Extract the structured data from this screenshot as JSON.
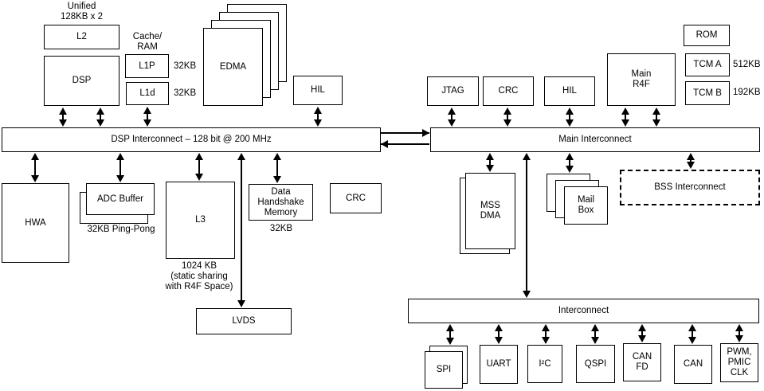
{
  "dsp_domain": {
    "l2": {
      "label": "L2",
      "caption": "Unified\n128KB x 2"
    },
    "dsp": {
      "label": "DSP"
    },
    "l1": {
      "caption": "Cache/\nRAM",
      "l1p_label": "L1P",
      "l1p_size": "32KB",
      "l1d_label": "L1d",
      "l1d_size": "32KB"
    },
    "edma": {
      "label": "EDMA"
    },
    "hil": {
      "label": "HIL"
    },
    "interconnect": {
      "label": "DSP Interconnect – 128 bit @ 200 MHz"
    },
    "hwa": {
      "label": "HWA"
    },
    "adc_buffer": {
      "label": "ADC Buffer",
      "size": "32KB Ping-Pong"
    },
    "l3": {
      "label": "L3",
      "size": "1024 KB\n(static sharing\nwith R4F Space)"
    },
    "data_handshake": {
      "label": "Data\nHandshake\nMemory",
      "size": "32KB"
    },
    "crc": {
      "label": "CRC"
    },
    "lvds": {
      "label": "LVDS"
    }
  },
  "main_domain": {
    "jtag": {
      "label": "JTAG"
    },
    "crc": {
      "label": "CRC"
    },
    "hil": {
      "label": "HIL"
    },
    "main_r4f": {
      "label": "Main\nR4F"
    },
    "rom": {
      "label": "ROM"
    },
    "tcm_a": {
      "label": "TCM A",
      "size": "512KB"
    },
    "tcm_b": {
      "label": "TCM B",
      "size": "192KB"
    },
    "interconnect": {
      "label": "Main Interconnect"
    },
    "mss_dma": {
      "label": "MSS\nDMA"
    },
    "mail_box": {
      "label": "Mail\nBox"
    },
    "bss_interconnect": {
      "label": "BSS Interconnect"
    }
  },
  "peripheral_domain": {
    "interconnect": {
      "label": "Interconnect"
    },
    "spi": {
      "label": "SPI"
    },
    "uart": {
      "label": "UART"
    },
    "i2c": {
      "label": "I²C"
    },
    "qspi": {
      "label": "QSPI"
    },
    "can_fd": {
      "label": "CAN\nFD"
    },
    "can": {
      "label": "CAN"
    },
    "pwm_pmic_clk": {
      "label": "PWM,\nPMIC\nCLK"
    }
  },
  "colors": {
    "stroke": "#000000",
    "background": "#ffffff",
    "text": "#000000"
  }
}
